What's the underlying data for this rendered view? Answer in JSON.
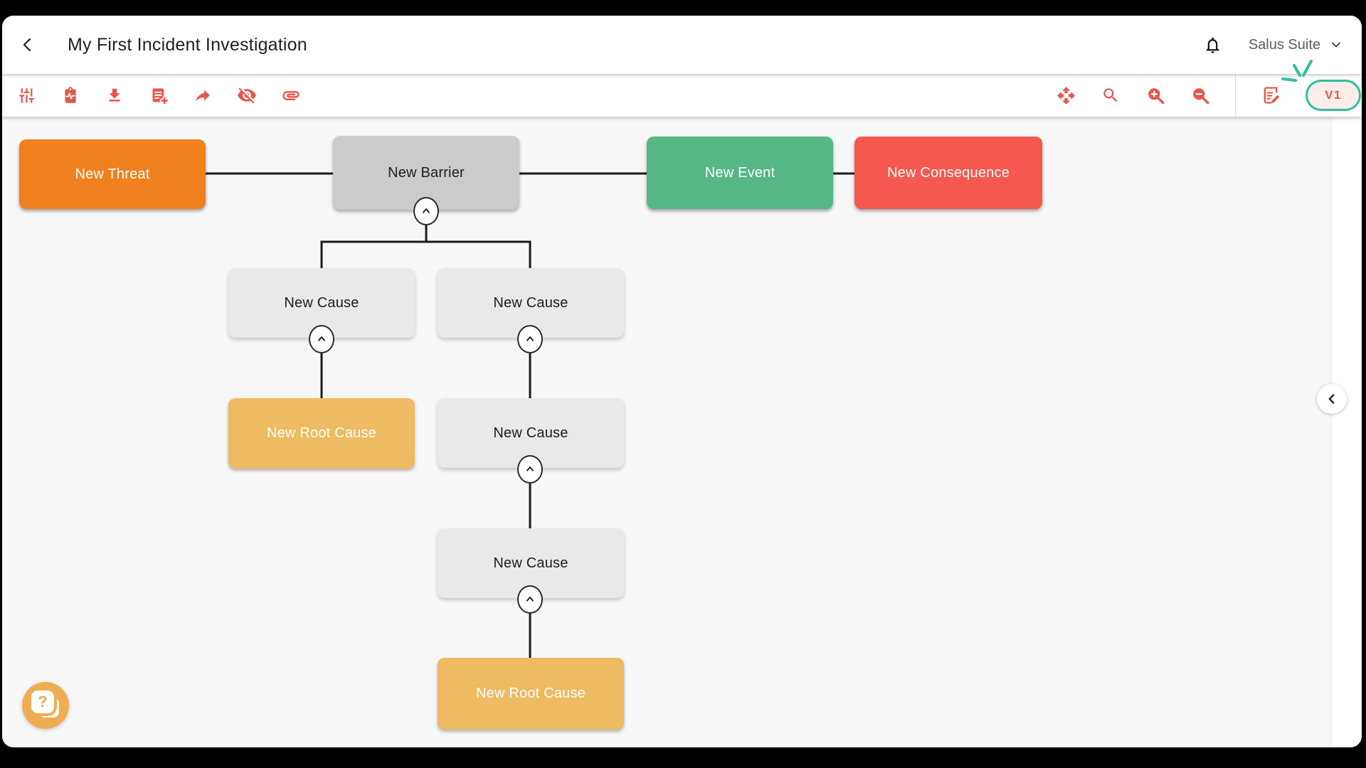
{
  "header": {
    "title": "My First Incident Investigation",
    "app_switcher_label": "Salus Suite"
  },
  "toolbar": {
    "left_icons": [
      "filters",
      "health-report",
      "download",
      "add-note",
      "share",
      "hide-visibility",
      "attachments"
    ],
    "right_icons": [
      "pan",
      "search",
      "zoom-in",
      "zoom-out",
      "edit-document"
    ],
    "version_label": "V1"
  },
  "diagram": {
    "nodes": [
      {
        "id": "threat",
        "type": "threat",
        "label": "New Threat",
        "color": "#F0811E"
      },
      {
        "id": "barrier",
        "type": "barrier",
        "label": "New Barrier",
        "color": "#CBCBCB"
      },
      {
        "id": "event",
        "type": "event",
        "label": "New Event",
        "color": "#57B787"
      },
      {
        "id": "consequence",
        "type": "consequence",
        "label": "New Consequence",
        "color": "#F5584E"
      },
      {
        "id": "cause-1",
        "type": "cause",
        "label": "New Cause",
        "color": "#E9E9E9"
      },
      {
        "id": "cause-2",
        "type": "cause",
        "label": "New Cause",
        "color": "#E9E9E9"
      },
      {
        "id": "root-cause-1",
        "type": "root-cause",
        "label": "New Root Cause",
        "color": "#EEBA62"
      },
      {
        "id": "cause-3",
        "type": "cause",
        "label": "New Cause",
        "color": "#E9E9E9"
      },
      {
        "id": "cause-4",
        "type": "cause",
        "label": "New Cause",
        "color": "#E9E9E9"
      },
      {
        "id": "root-cause-2",
        "type": "root-cause",
        "label": "New Root Cause",
        "color": "#EEBA62"
      }
    ],
    "edges": [
      [
        "threat",
        "barrier"
      ],
      [
        "barrier",
        "event"
      ],
      [
        "event",
        "consequence"
      ],
      [
        "barrier",
        "cause-1"
      ],
      [
        "barrier",
        "cause-2"
      ],
      [
        "cause-1",
        "root-cause-1"
      ],
      [
        "cause-2",
        "cause-3"
      ],
      [
        "cause-3",
        "cause-4"
      ],
      [
        "cause-4",
        "root-cause-2"
      ]
    ]
  },
  "colors": {
    "accent_red": "#E8564B",
    "version_border_green": "#2FBFA0",
    "version_fill_pink": "#FCECEA",
    "canvas_bg": "#F7F7F8",
    "help_button_amber": "#EFAD52",
    "connector_black": "#1A1A1A"
  }
}
